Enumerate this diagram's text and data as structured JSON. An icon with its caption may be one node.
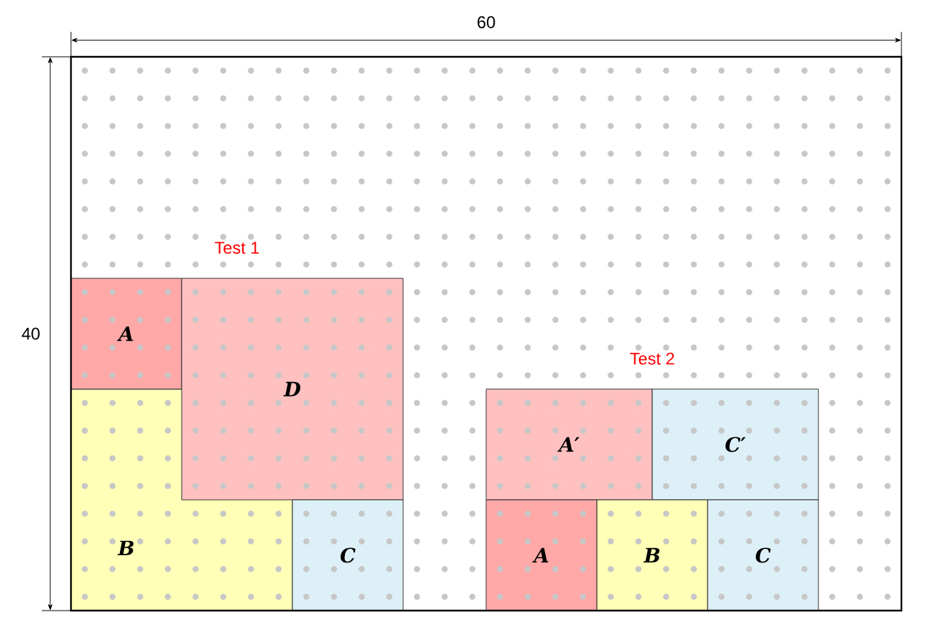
{
  "diagram": {
    "nodes": [
      {
        "text": [
          "A"
        ]
      },
      {
        "text": [
          "D"
        ]
      },
      {
        "text": [
          "B"
        ]
      },
      {
        "text": [
          "C"
        ]
      },
      {
        "text": [
          "A′"
        ]
      },
      {
        "text": [
          "C′"
        ]
      },
      {
        "text": [
          "A"
        ]
      },
      {
        "text": [
          "B"
        ]
      },
      {
        "text": [
          "C"
        ]
      }
    ],
    "labels": [
      "60",
      "40",
      "Test 1",
      "Test 2"
    ]
  }
}
